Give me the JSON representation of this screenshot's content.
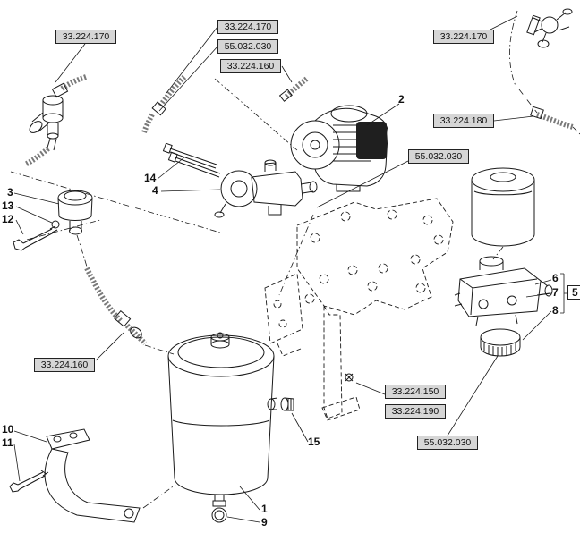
{
  "figure": {
    "background": "#ffffff",
    "line_color": "#1a1a1a",
    "hose_color": "#7a7a7a",
    "ref_box_bg": "#d6d6d6",
    "ref_box_border": "#222222"
  },
  "refs": [
    {
      "label": "33.224.170",
      "position": "top-left"
    },
    {
      "label": "33.224.170",
      "position": "top-center-stack-1"
    },
    {
      "label": "55.032.030",
      "position": "top-center-stack-2"
    },
    {
      "label": "33.224.160",
      "position": "top-center-stack-3"
    },
    {
      "label": "33.224.170",
      "position": "top-right"
    },
    {
      "label": "33.224.180",
      "position": "right"
    },
    {
      "label": "55.032.030",
      "position": "center-right"
    },
    {
      "label": "33.224.160",
      "position": "left-lower"
    },
    {
      "label": "33.224.150",
      "position": "center-bottom-stack-1"
    },
    {
      "label": "33.224.190",
      "position": "center-bottom-stack-2"
    },
    {
      "label": "55.032.030",
      "position": "bottom-right"
    }
  ],
  "callouts": [
    {
      "num": "1"
    },
    {
      "num": "2"
    },
    {
      "num": "3"
    },
    {
      "num": "4"
    },
    {
      "num": "5"
    },
    {
      "num": "6"
    },
    {
      "num": "7"
    },
    {
      "num": "8"
    },
    {
      "num": "9"
    },
    {
      "num": "10"
    },
    {
      "num": "11"
    },
    {
      "num": "12"
    },
    {
      "num": "13"
    },
    {
      "num": "14"
    },
    {
      "num": "15"
    }
  ],
  "parts": [
    "air-tank",
    "compressor",
    "valve-3",
    "brake-valve-4",
    "air-processing-unit",
    "air-dryer-cartridge",
    "filter-cartridge-8",
    "drain-valve-9",
    "tank-strap-10",
    "strap-bolt-11",
    "bolt-12",
    "washer-13",
    "mounting-screws-14",
    "fitting-15",
    "mounting-frame",
    "hose-assemblies"
  ]
}
